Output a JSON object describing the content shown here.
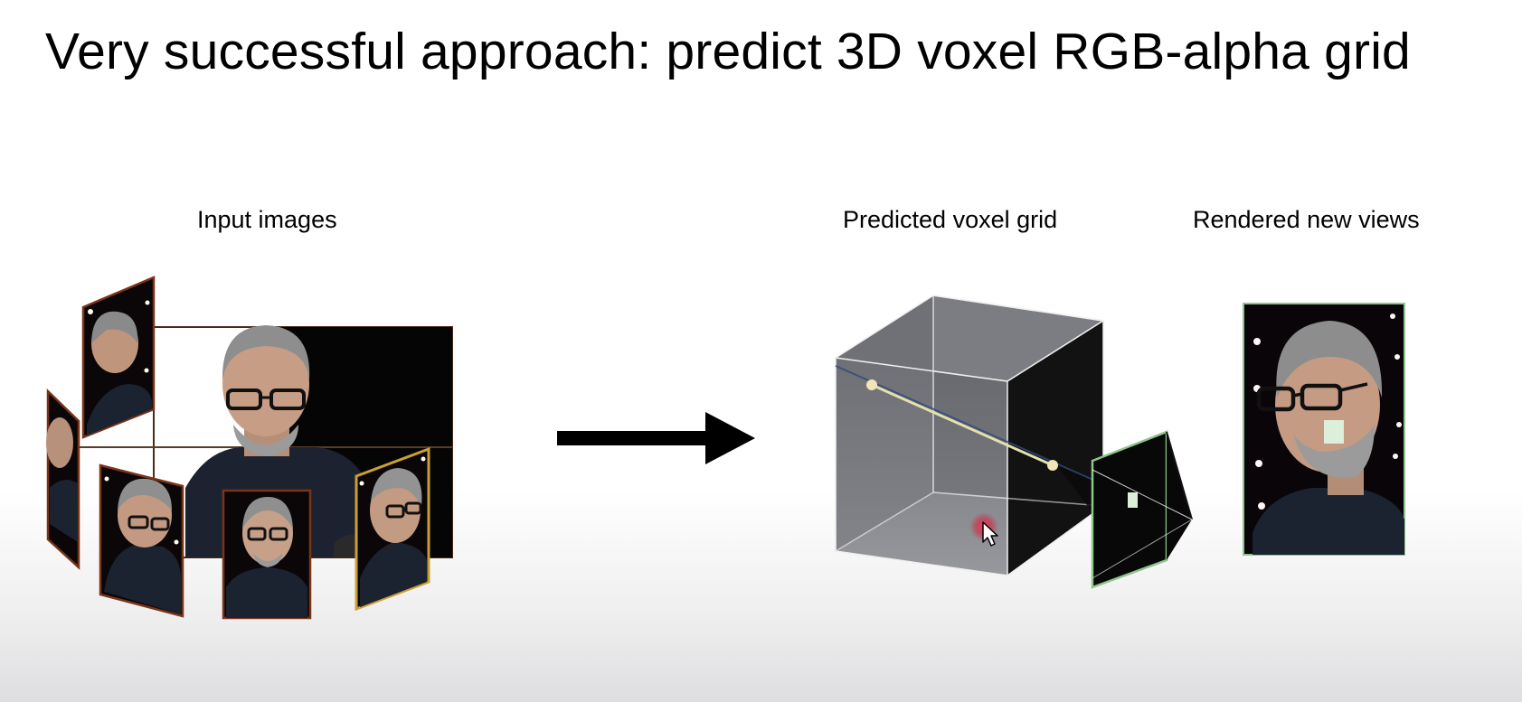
{
  "slide": {
    "title": "Very successful approach: predict 3D voxel RGB-alpha grid"
  },
  "labels": {
    "input_images": "Input images",
    "predicted_voxel_grid": "Predicted voxel grid",
    "rendered_new_views": "Rendered new views"
  },
  "icons": {
    "arrow": "arrow-right-icon",
    "cursor": "mouse-pointer-icon"
  },
  "colors": {
    "frame_orange": "#8a3a1c",
    "frame_gold": "#c9a033",
    "ray": "#e6dfae",
    "render_frame": "#8fc48a",
    "cursor_glow": "#d81e3c"
  }
}
